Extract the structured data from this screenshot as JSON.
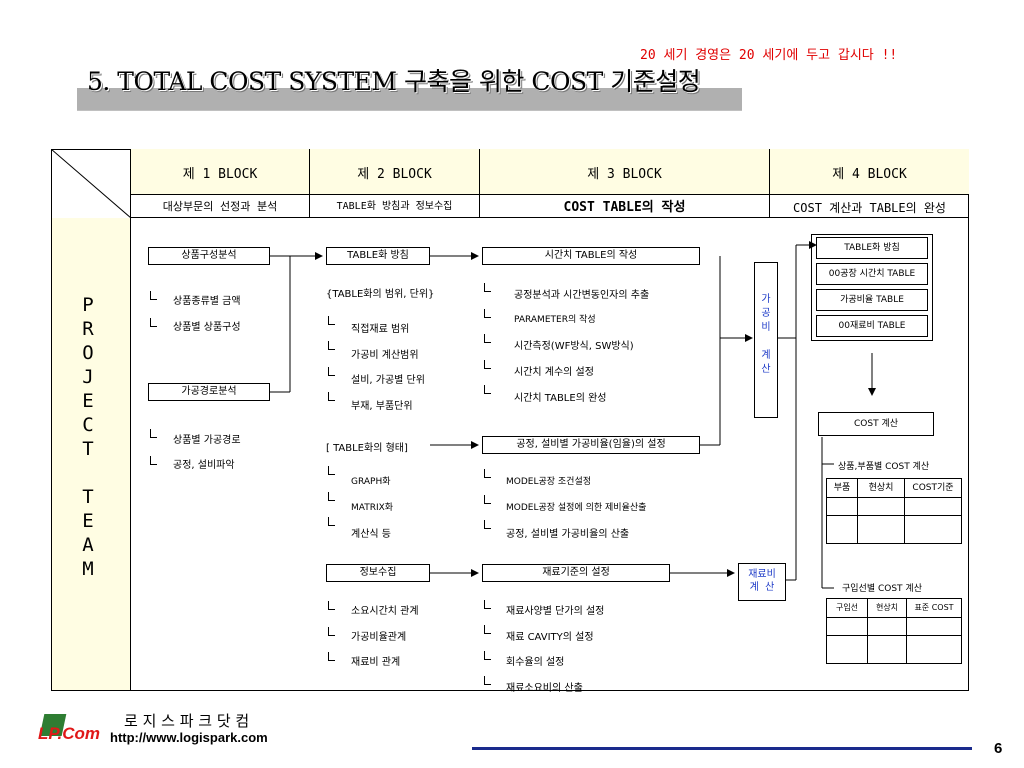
{
  "motto": "20 세기 경영은 20 세기에 두고 갑시다 !!",
  "title": "5. TOTAL COST SYSTEM 구축을 위한 COST 기준설정",
  "blocks": [
    {
      "name": "제 1 BLOCK",
      "desc": "대상부문의 선정과 분석"
    },
    {
      "name": "제 2 BLOCK",
      "desc": "TABLE화 방침과 정보수집"
    },
    {
      "name": "제 3 BLOCK",
      "desc": "COST TABLE의 작성"
    },
    {
      "name": "제 4 BLOCK",
      "desc": "COST 계산과 TABLE의 완성"
    }
  ],
  "project_team": "PROJECT TEAM",
  "col1": {
    "box1": "상품구성분석",
    "items1": [
      "상품종류별 금액",
      "상품별 상품구성"
    ],
    "box2": "가공경로분석",
    "items2": [
      "상품별 가공경로",
      "공정, 설비파악"
    ]
  },
  "col2": {
    "box1": "TABLE화 방침",
    "sub1": "{TABLE화의 범위, 단위}",
    "items1": [
      "직접재료 범위",
      "가공비 계산범위",
      "설비, 가공별 단위",
      "부재, 부품단위"
    ],
    "sub2": "[ TABLE화의 형태]",
    "items2": [
      "GRAPH화",
      "MATRIX화",
      "계산식 등"
    ],
    "box2": "정보수집",
    "items3": [
      "소요시간치 관계",
      "가공비율관계",
      "재료비 관계"
    ]
  },
  "col3": {
    "box1": "시간치 TABLE의 작성",
    "items1": [
      "공정분석과 시간변동인자의 추출",
      "PARAMETER의 작성",
      "시간측정(WF방식, SW방식)",
      "시간치 계수의 설정",
      "시간치 TABLE의 완성"
    ],
    "box2": "공정, 설비별 가공비율(임율)의 설정",
    "items2": [
      "MODEL공장 조건설정",
      "MODEL공장 설정에 의한 제비율산출",
      "공정, 설비별 가공비율의 산출"
    ],
    "box3": "재료기준의 설정",
    "items3": [
      "재료사양별 단가의 설정",
      "재료 CAVITY의 설정",
      "회수율의 설정",
      "재료소요비의 산출"
    ]
  },
  "mid": {
    "gagongbi": [
      "가",
      "공",
      "비",
      "",
      "계",
      "산"
    ],
    "jaeryobi": [
      "재료비",
      "계  산"
    ]
  },
  "col4": {
    "box_header": "TABLE화 방침",
    "tables": [
      "00공장 시간치 TABLE",
      "가공비율 TABLE",
      "00재료비 TABLE"
    ],
    "cost_calc": "COST 계산",
    "sub1": "상품,부품별 COST 계산",
    "t1_headers": [
      "부품",
      "현상치",
      "COST기준"
    ],
    "sub2": "구입선별 COST 계산",
    "t2_headers": [
      "구입선",
      "현상치",
      "표준 COST"
    ]
  },
  "footer": {
    "logo": "LP.Com",
    "company": "로 지 스 파 크 닷 컴",
    "url": "http://www.logispark.com",
    "page": "6"
  }
}
